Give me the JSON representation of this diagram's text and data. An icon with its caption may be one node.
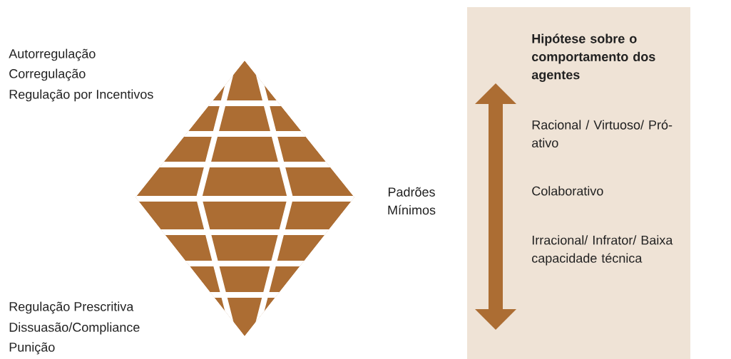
{
  "diagram": {
    "nodes": [
      {
        "text": [
          "Hipótese sobre o comportamento dos agentes",
          "Racional / Virtuoso/ Pró-ativo",
          "Colaborativo",
          "Irracional/ Infrator/ Baixa capacidade técnica"
        ]
      }
    ],
    "labels": [
      "Autorregulação",
      "Corregulação",
      "Regulação por Incentivos",
      "Padrões Mínimos",
      "Regulação Prescritiva",
      "Dissuasão/Compliance",
      "Punição"
    ]
  }
}
